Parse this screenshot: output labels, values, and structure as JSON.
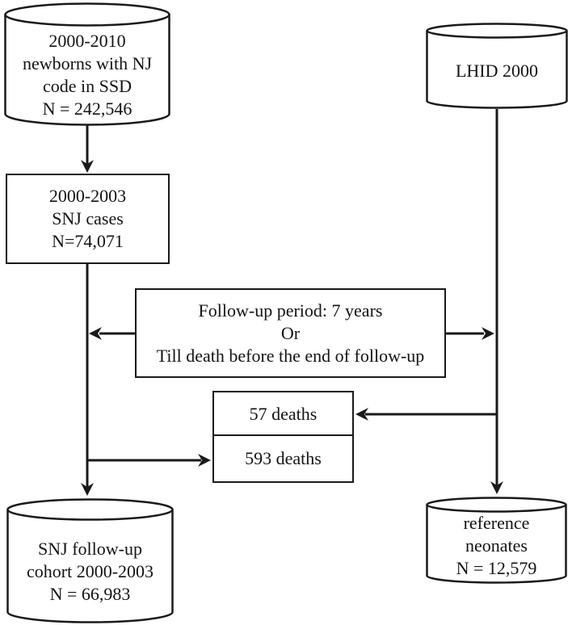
{
  "diagram": {
    "background": "#ffffff",
    "stroke_color": "#1a1a1a",
    "text_color": "#131313",
    "nodes": {
      "ssd_newborns": {
        "shape": "cylinder",
        "lines": [
          "2000-2010",
          "newborns with NJ",
          "code in SSD",
          "N = 242,546"
        ]
      },
      "lhid_2000": {
        "shape": "cylinder",
        "lines": [
          "LHID 2000"
        ]
      },
      "snj_cases": {
        "shape": "rect",
        "lines": [
          "2000-2003",
          "SNJ cases",
          "N=74,071"
        ]
      },
      "followup_period": {
        "shape": "rect",
        "lines": [
          "Follow-up period: 7 years",
          "Or",
          "Till death before the end of follow-up"
        ]
      },
      "deaths_57": {
        "shape": "rect",
        "lines": [
          "57 deaths"
        ]
      },
      "deaths_593": {
        "shape": "rect",
        "lines": [
          "593 deaths"
        ]
      },
      "snj_cohort": {
        "shape": "cylinder",
        "lines": [
          "SNJ follow-up",
          "cohort 2000-2003",
          "N = 66,983"
        ]
      },
      "reference_neonates": {
        "shape": "cylinder",
        "lines": [
          "reference",
          "neonates",
          "N = 12,579"
        ]
      }
    }
  }
}
